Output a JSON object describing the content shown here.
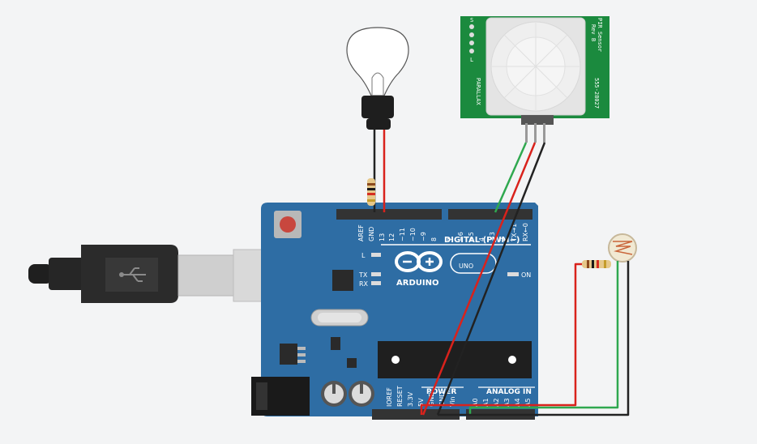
{
  "board": {
    "brand": "ARDUINO",
    "model": "UNO",
    "digital_header_label": "DIGITAL (PWM~)",
    "power_label": "POWER",
    "analog_label": "ANALOG IN",
    "led_on": "ON",
    "led_l": "L",
    "led_tx": "TX",
    "led_rx": "RX",
    "digital_pins": [
      "AREF",
      "GND",
      "13",
      "12",
      "~11",
      "~10",
      "~9",
      "8",
      "7",
      "~6",
      "~5",
      "4",
      "~3",
      "2",
      "TX→1",
      "RX←0"
    ],
    "power_pins": [
      "IOREF",
      "RESET",
      "3.3V",
      "5V",
      "GND",
      "GND",
      "Vin"
    ],
    "analog_pins": [
      "A0",
      "A1",
      "A2",
      "A3",
      "A4",
      "A5"
    ]
  },
  "pir_sensor": {
    "title": "PIR Sensor",
    "rev": "Rev B",
    "maker": "PARALLAX",
    "part": "555-28027",
    "jumper_labels": [
      "S",
      "L"
    ]
  },
  "colors": {
    "background": "#f3f4f5",
    "board": "#2e6da4",
    "pir_pcb": "#1b8a3e",
    "wire_red": "#d9221c",
    "wire_black": "#222222",
    "wire_green": "#2fa84f"
  }
}
